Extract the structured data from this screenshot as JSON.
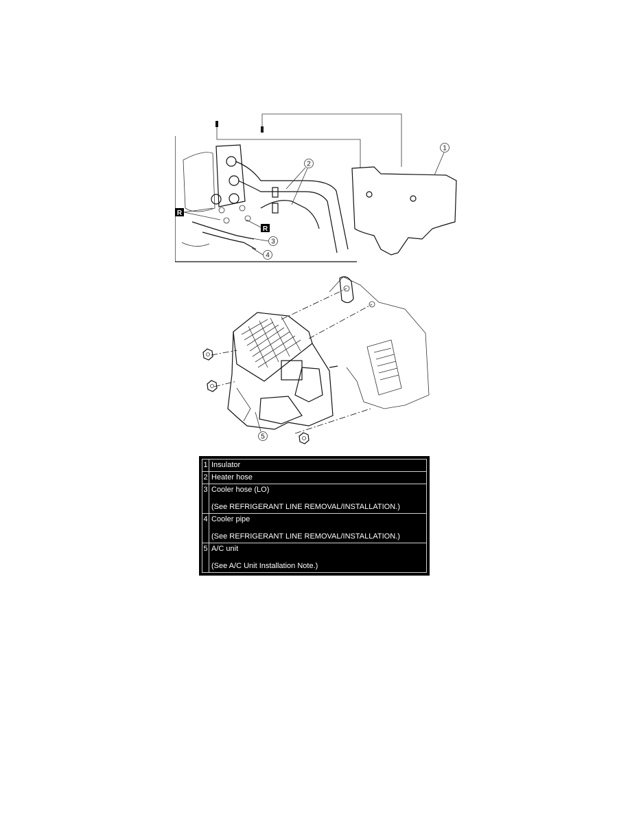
{
  "figures": {
    "top": {
      "callouts": [
        "1",
        "2",
        "3",
        "4"
      ],
      "badge": "R"
    },
    "bottom": {
      "callouts": [
        "5"
      ]
    }
  },
  "legend": {
    "rows": [
      {
        "num": "1",
        "label": "Insulator",
        "note": ""
      },
      {
        "num": "2",
        "label": "Heater hose",
        "note": ""
      },
      {
        "num": "3",
        "label": "Cooler hose (LO)",
        "note": "(See REFRIGERANT LINE REMOVAL/INSTALLATION.)"
      },
      {
        "num": "4",
        "label": "Cooler pipe",
        "note": "(See REFRIGERANT LINE REMOVAL/INSTALLATION.)"
      },
      {
        "num": "5",
        "label": "A/C unit",
        "note": "(See A/C Unit Installation Note.)"
      }
    ]
  }
}
